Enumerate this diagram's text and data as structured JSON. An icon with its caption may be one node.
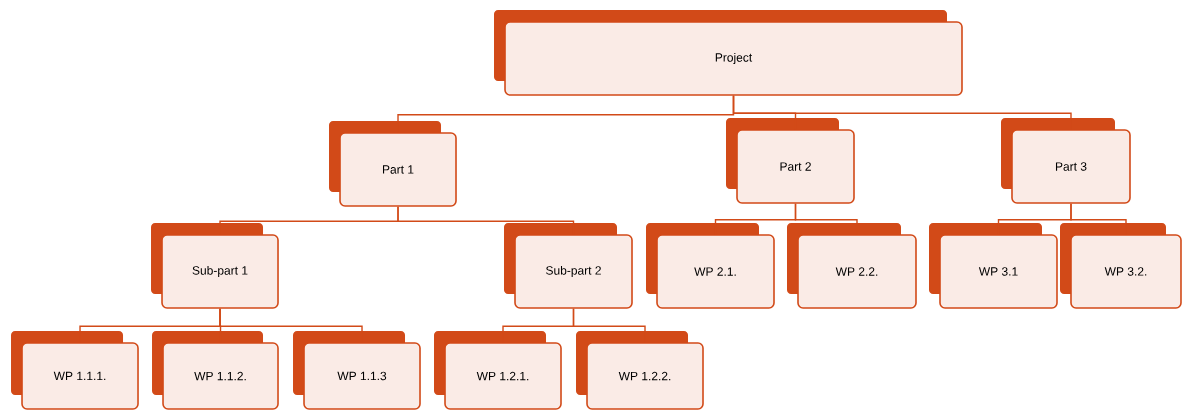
{
  "diagram": {
    "nodes": [
      {
        "text": [
          "Project"
        ]
      },
      {
        "text": [
          "Part 1"
        ]
      },
      {
        "text": [
          "Part 2"
        ]
      },
      {
        "text": [
          "Part 3"
        ]
      },
      {
        "text": [
          "Sub-part 1"
        ]
      },
      {
        "text": [
          "Sub-part 2"
        ]
      },
      {
        "text": [
          "WP 2.1."
        ]
      },
      {
        "text": [
          "WP 2.2."
        ]
      },
      {
        "text": [
          "WP 3.1"
        ]
      },
      {
        "text": [
          "WP 3.2."
        ]
      },
      {
        "text": [
          "WP 1.1.1."
        ]
      },
      {
        "text": [
          "WP 1.1.2."
        ]
      },
      {
        "text": [
          "WP 1.1.3"
        ]
      },
      {
        "text": [
          "WP 1.2.1."
        ]
      },
      {
        "text": [
          "WP 1.2.2."
        ]
      }
    ],
    "edges": [
      {
        "from": 0,
        "to": 1,
        "arrow": "none"
      },
      {
        "from": 0,
        "to": 2,
        "arrow": "none"
      },
      {
        "from": 0,
        "to": 3,
        "arrow": "none"
      },
      {
        "from": 1,
        "to": 4,
        "arrow": "none"
      },
      {
        "from": 1,
        "to": 5,
        "arrow": "none"
      },
      {
        "from": 2,
        "to": 6,
        "arrow": "none"
      },
      {
        "from": 2,
        "to": 7,
        "arrow": "none"
      },
      {
        "from": 3,
        "to": 8,
        "arrow": "none"
      },
      {
        "from": 3,
        "to": 9,
        "arrow": "none"
      },
      {
        "from": 4,
        "to": 10,
        "arrow": "none"
      },
      {
        "from": 4,
        "to": 11,
        "arrow": "none"
      },
      {
        "from": 4,
        "to": 12,
        "arrow": "none"
      },
      {
        "from": 5,
        "to": 13,
        "arrow": "none"
      },
      {
        "from": 5,
        "to": 14,
        "arrow": "none"
      }
    ]
  }
}
